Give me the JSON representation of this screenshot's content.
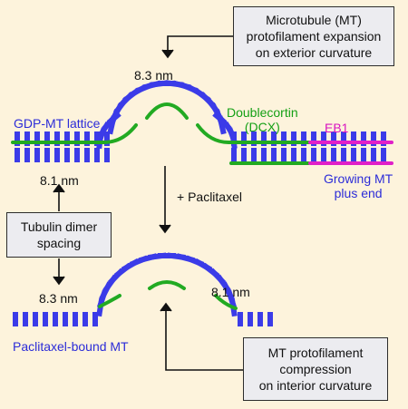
{
  "callouts": {
    "expansion": [
      "Microtubule (MT)",
      "protofilament expansion",
      "on exterior curvature"
    ],
    "dimer": [
      "Tubulin dimer",
      "spacing"
    ],
    "compression": [
      "MT protofilament",
      "compression",
      "on interior curvature"
    ]
  },
  "labels": {
    "top_spacing": "8.3 nm",
    "gdp_lattice": "GDP-MT lattice",
    "dcx": [
      "Doublecortin",
      "(DCX)"
    ],
    "eb1": "EB1",
    "left_spacing": "8.1 nm",
    "growing_end": [
      "Growing MT",
      "plus end"
    ],
    "paclitaxel": "+ Paclitaxel",
    "bottom_left_spacing": "8.3 nm",
    "bottom_right_spacing": "8.1 nm",
    "paclitaxel_mt": "Paclitaxel-bound MT"
  },
  "colors": {
    "background": "#fdf3dc",
    "tubulin": "#3b3be8",
    "dcx": "#22aa22",
    "eb1": "#e020c8",
    "label_blue": "#2c2cd8",
    "label_green": "#15a015",
    "label_magenta": "#d814c0",
    "box_fill": "#ececf0"
  }
}
